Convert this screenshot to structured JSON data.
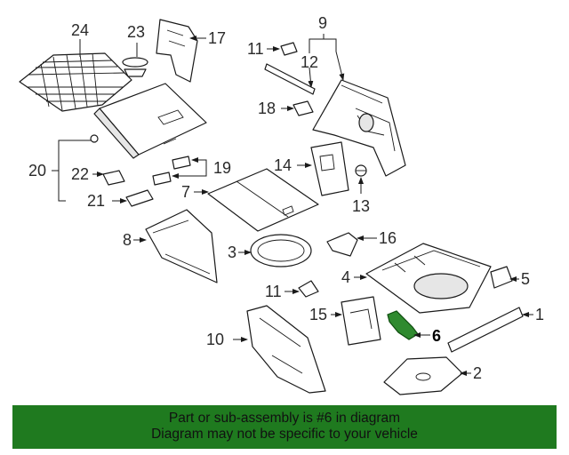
{
  "diagram": {
    "highlight_color": "#2f8a2f",
    "labels": {
      "p1": "1",
      "p2": "2",
      "p3": "3",
      "p4": "4",
      "p5": "5",
      "p6": "6",
      "p7": "7",
      "p8": "8",
      "p9": "9",
      "p10": "10",
      "p11a": "11",
      "p11b": "11",
      "p12": "12",
      "p13": "13",
      "p14": "14",
      "p15": "15",
      "p16": "16",
      "p17": "17",
      "p18": "18",
      "p19": "19",
      "p20": "20",
      "p21": "21",
      "p22": "22",
      "p23": "23",
      "p24": "24"
    }
  },
  "banner": {
    "background": "#1f7a1f",
    "line1": "Part or sub-assembly is #6 in diagram",
    "line2": "Diagram may not be specific to your vehicle"
  }
}
